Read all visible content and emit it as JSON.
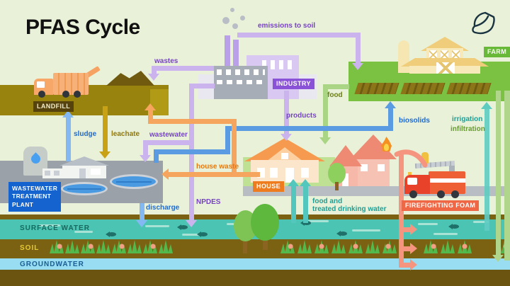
{
  "title": "PFAS Cycle",
  "zones": {
    "landfill": {
      "label": "LANDFILL",
      "bg": "#55420c"
    },
    "wwtp": {
      "label": "WASTEWATER TREATMENT PLANT",
      "bg": "#1563cf"
    },
    "industry": {
      "label": "INDUSTRY",
      "bg": "#8a52d6"
    },
    "house": {
      "label": "HOUSE",
      "bg": "#ee7c1e"
    },
    "farm": {
      "label": "FARM",
      "bg": "#68b937"
    },
    "firefighting_foam": {
      "label": "FIREFIGHTING FOAM",
      "bg": "#ef6744"
    },
    "surface_water": {
      "label": "SURFACE WATER",
      "text_color": "#15695f"
    },
    "soil": {
      "label": "SOIL",
      "text_color": "#e5c832"
    },
    "groundwater": {
      "label": "GROUNDWATER",
      "text_color": "#1a5e93"
    }
  },
  "flows": {
    "wastes": {
      "label": "wastes",
      "color": "#7742c6",
      "arrow": "#cbb4ee",
      "from": "industry",
      "to": "landfill"
    },
    "emissions_to_soil": {
      "label": "emissions to soil",
      "color": "#7742c6",
      "arrow": "#cbb4ee",
      "from": "industry",
      "to": "farm"
    },
    "wastewater": {
      "label": "wastewater",
      "color": "#7742c6",
      "arrow": "#cbb4ee",
      "from": "industry",
      "to": "wwtp"
    },
    "npdes": {
      "label": "NPDES",
      "color": "#7742c6",
      "arrow": "#cbb4ee",
      "from": "industry",
      "to": "surface_water"
    },
    "products": {
      "label": "products",
      "color": "#7742c6",
      "arrow": "#cbb4ee",
      "from": "industry",
      "to": "house"
    },
    "sludge": {
      "label": "sludge",
      "color": "#1f6ad0",
      "arrow": "#84b8f2",
      "from": "wwtp",
      "to": "landfill"
    },
    "leachate": {
      "label": "leachate",
      "color": "#8e7710",
      "arrow": "#c9a115",
      "from": "landfill",
      "to": "wwtp"
    },
    "discharge": {
      "label": "discharge",
      "color": "#1f6ad0",
      "arrow": "#84b8f2",
      "from": "wwtp",
      "to": "surface_water"
    },
    "biosolids": {
      "label": "biosolids",
      "color": "#1f6ad0",
      "arrow": "#5b9be2",
      "from": "wwtp",
      "to": "farm"
    },
    "house_waste": {
      "label": "house waste",
      "color": "#e8790f",
      "arrow": "#f6a55f",
      "from": "house",
      "to": "wwtp_and_landfill"
    },
    "food": {
      "label": "food",
      "color": "#6b7d1f",
      "arrow": "#a9d584",
      "from": "farm",
      "to": "house"
    },
    "food_and_treated_drinking_water": {
      "label_line1": "food and",
      "label_line2": "treated drinking water",
      "color": "#1f9e96",
      "arrow": "#53c6bd",
      "from": "surface_water",
      "to": "house"
    },
    "irrigation": {
      "label": "irrigation",
      "color": "#1f9e96",
      "arrow": "#5fccc2",
      "from": "surface_water",
      "to": "farm"
    },
    "infiltration": {
      "label": "infiltration",
      "color": "#679a31",
      "arrow": "#b0d68b",
      "from": "farm",
      "to": "groundwater"
    },
    "firefighting_foam_release": {
      "label": "",
      "color": "#f6957f",
      "arrow": "#f6957f",
      "from": "firefighting_foam",
      "to": "surface_water_soil_groundwater"
    }
  },
  "palette": {
    "background": "#e9f2d8",
    "landfill_band": "#97830e",
    "surface_water": "#4cc4b3",
    "soil": "#7a6212",
    "groundwater": "#98ddf1",
    "deep_ground": "#6b5410",
    "road": "#b7bdc3",
    "farm_field": "#7cc242"
  }
}
